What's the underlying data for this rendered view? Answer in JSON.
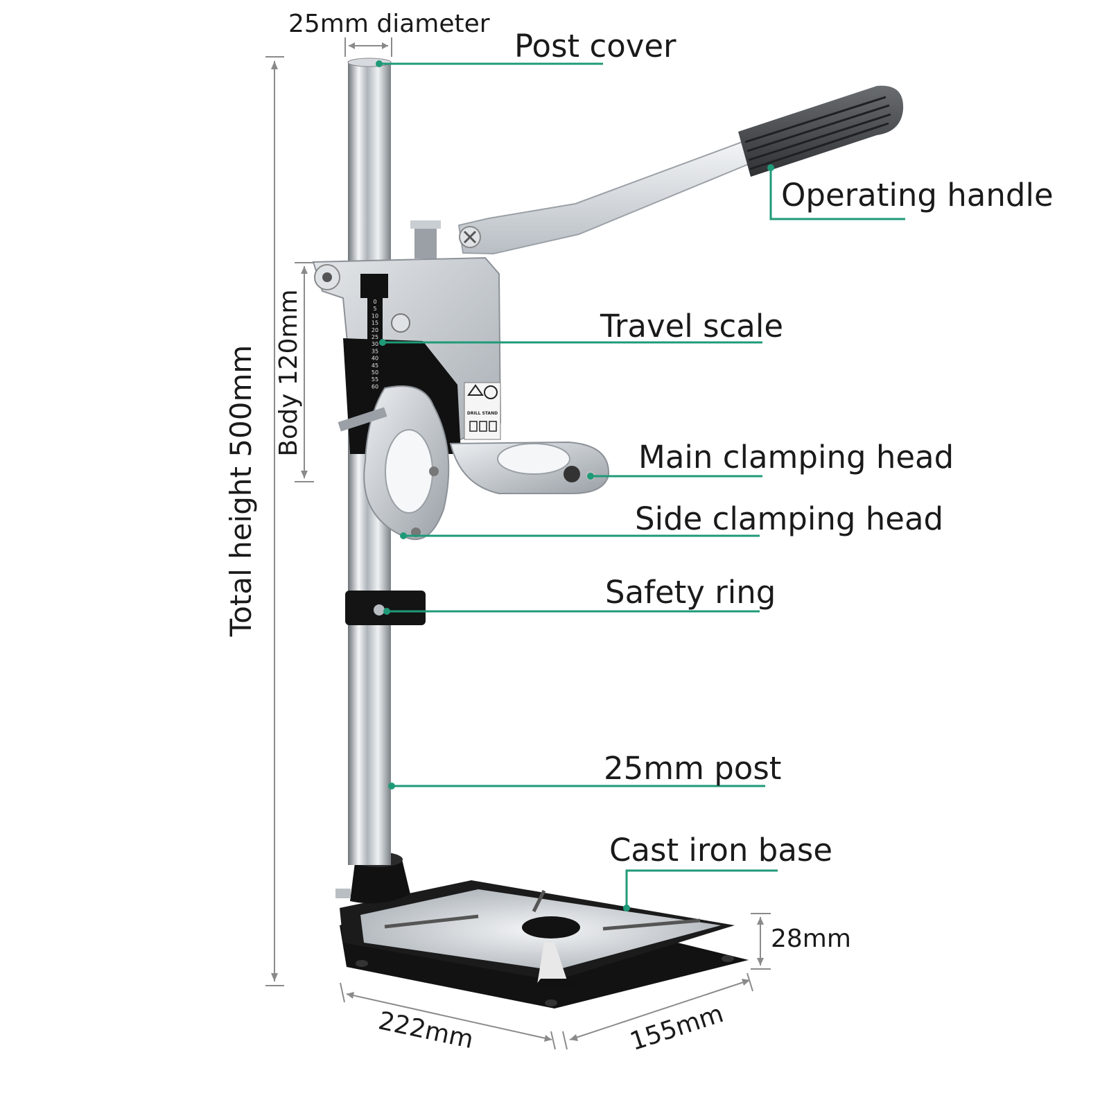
{
  "callouts": {
    "post_cover": "Post cover",
    "operating_handle": "Operating handle",
    "travel_scale": "Travel scale",
    "main_clamping_head": "Main clamping head",
    "side_clamping_head": "Side clamping head",
    "safety_ring": "Safety ring",
    "post": "25mm post",
    "base": "Cast iron base"
  },
  "dimensions": {
    "diameter": "25mm diameter",
    "total_height": "Total height 500mm",
    "body_height": "Body 120mm",
    "base_thickness": "28mm",
    "base_length": "222mm",
    "base_width": "155mm"
  },
  "scale_ticks": [
    "0",
    "5",
    "10",
    "15",
    "20",
    "25",
    "30",
    "35",
    "40",
    "45",
    "50",
    "55",
    "60"
  ],
  "sticker_text": "DRILL STAND",
  "colors": {
    "leader": "#1f9a78",
    "dimension": "#8a8a8a",
    "metal": "#c9cdd1",
    "dark": "#151515"
  }
}
